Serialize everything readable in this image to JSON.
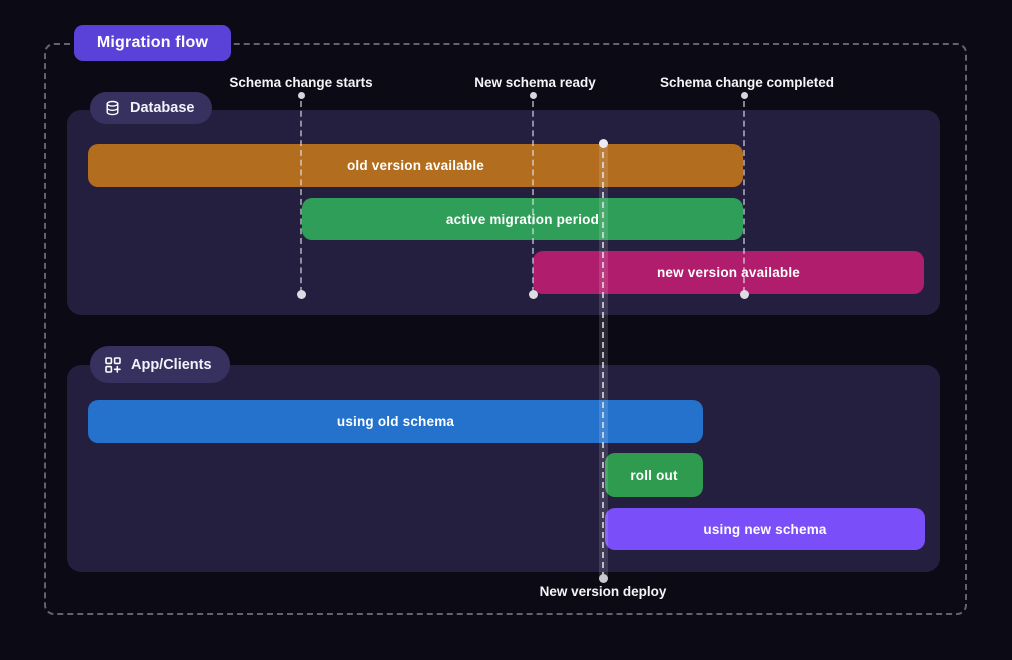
{
  "colors": {
    "background": "#0c0a15",
    "panel": "#241f3e",
    "frame_border": "#63636e",
    "title_badge_bg": "#5a41d8",
    "section_badge_bg": "#37315f",
    "text": "#f4f4f7"
  },
  "title_badge": {
    "label": "Migration flow"
  },
  "timeline": {
    "markers": [
      {
        "label": "Schema change starts"
      },
      {
        "label": "New schema ready"
      },
      {
        "label": "Schema change completed"
      }
    ],
    "deploy": {
      "label": "New version deploy"
    }
  },
  "sections": [
    {
      "label": "Database",
      "icon": "database-icon",
      "bars": [
        {
          "label": "old version available",
          "color": "#b26d1e"
        },
        {
          "label": "active migration period",
          "color": "#2f9e58"
        },
        {
          "label": "new version available",
          "color": "#b01d6c"
        }
      ]
    },
    {
      "label": "App/Clients",
      "icon": "apps-plus-icon",
      "bars": [
        {
          "label": "using old schema",
          "color": "#2472cc"
        },
        {
          "label": "roll out",
          "color": "#2e9b4f"
        },
        {
          "label": "using new schema",
          "color": "#7a4ffa"
        }
      ]
    }
  ]
}
